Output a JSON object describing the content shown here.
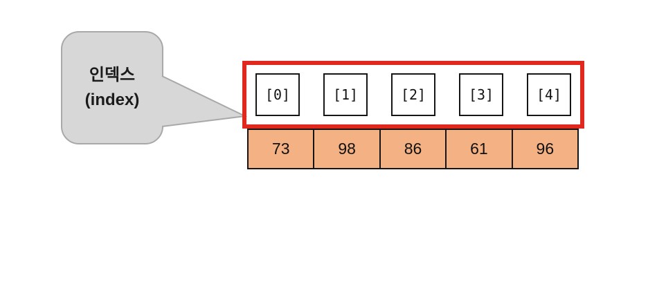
{
  "callout": {
    "line1": "인덱스",
    "line2": "(index)"
  },
  "array": {
    "indices": [
      "[0]",
      "[1]",
      "[2]",
      "[3]",
      "[4]"
    ],
    "values": [
      "73",
      "98",
      "86",
      "61",
      "96"
    ]
  },
  "colors": {
    "value_fill": "#F4B183",
    "red_outline": "#E0281E",
    "bubble_fill": "#D7D7D7",
    "bubble_border": "#A8A8A8",
    "cell_border": "#151515"
  }
}
